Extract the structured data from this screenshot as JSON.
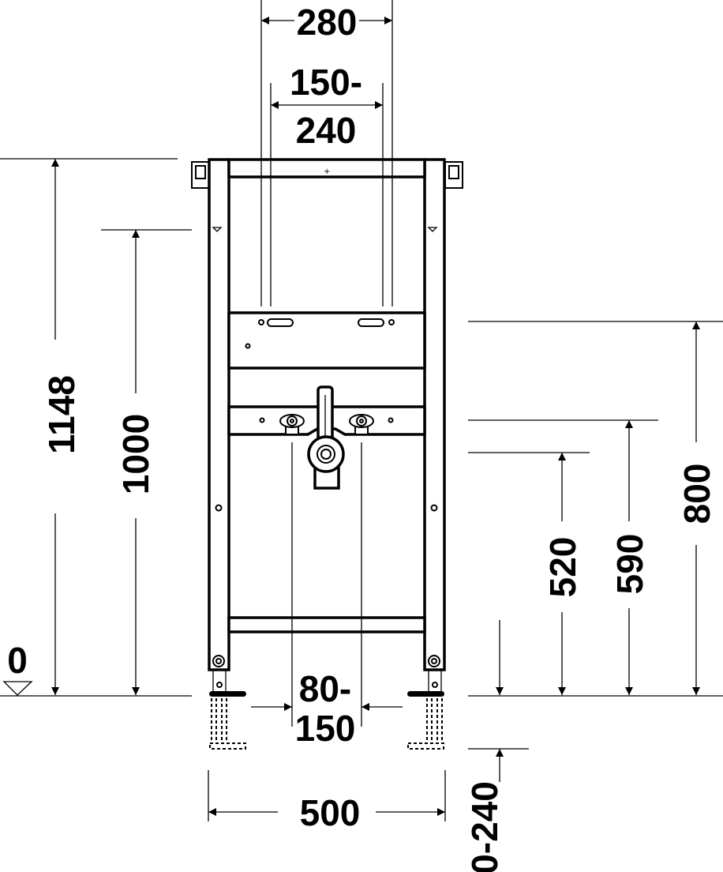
{
  "drawing": {
    "dimensions": {
      "top_width": "280",
      "connection_spacing_line1": "150-",
      "connection_spacing_line2": "240",
      "overall_height": "1148",
      "height_1000": "1000",
      "floor_level": "0",
      "height_800": "800",
      "height_590": "590",
      "height_520": "520",
      "drain_spacing_line1": "80-",
      "drain_spacing_line2": "150",
      "frame_width": "500",
      "foot_extension": "0-240"
    },
    "line_color": "#000000",
    "background_color": "#ffffff"
  }
}
